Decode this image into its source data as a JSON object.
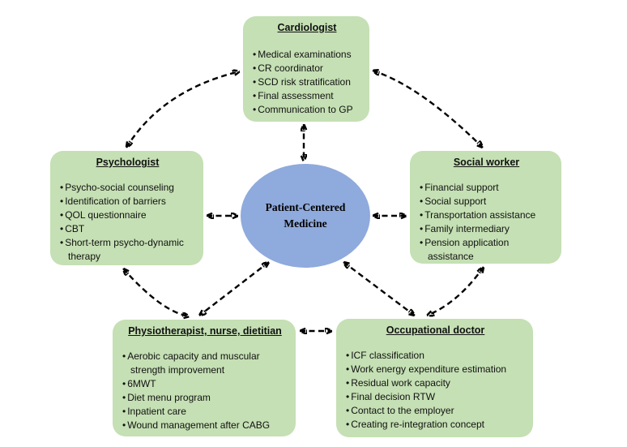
{
  "diagram": {
    "center": {
      "line1": "Patient-Centered",
      "line2": "Medicine"
    },
    "nodes": [
      {
        "id": "cardiologist",
        "title": "Cardiologist",
        "items": [
          "Medical examinations",
          "CR coordinator",
          "SCD risk stratification",
          "Final assessment",
          "Communication to GP"
        ]
      },
      {
        "id": "psychologist",
        "title": "Psychologist",
        "items": [
          "Psycho-social counseling",
          "Identification of barriers",
          "QOL questionnaire",
          "CBT",
          "Short-term psycho-dynamic therapy"
        ]
      },
      {
        "id": "social-worker",
        "title": "Social worker",
        "items": [
          "Financial support",
          "Social support",
          "Transportation assistance",
          "Family intermediary",
          "Pension application assistance"
        ]
      },
      {
        "id": "physiotherapist-nurse-dietitian",
        "title": "Physiotherapist, nurse, dietitian",
        "items": [
          "Aerobic capacity and muscular strength improvement",
          "6MWT",
          "Diet menu program",
          "Inpatient care",
          "Wound management after CABG"
        ]
      },
      {
        "id": "occupational-doctor",
        "title": "Occupational doctor",
        "items": [
          "ICF classification",
          "Work energy expenditure estimation",
          "Residual work capacity",
          "Final decision RTW",
          "Contact to the employer",
          "Creating re-integration concept"
        ]
      }
    ],
    "edges": [
      {
        "from": "cardiologist",
        "to": "center",
        "style": "dashed-double-arrow"
      },
      {
        "from": "psychologist",
        "to": "center",
        "style": "dashed-double-arrow"
      },
      {
        "from": "social-worker",
        "to": "center",
        "style": "dashed-double-arrow"
      },
      {
        "from": "physiotherapist-nurse-dietitian",
        "to": "center",
        "style": "dashed-double-arrow"
      },
      {
        "from": "occupational-doctor",
        "to": "center",
        "style": "dashed-double-arrow"
      },
      {
        "from": "psychologist",
        "to": "cardiologist",
        "style": "dashed-double-arrow-curved"
      },
      {
        "from": "cardiologist",
        "to": "social-worker",
        "style": "dashed-double-arrow-curved"
      },
      {
        "from": "psychologist",
        "to": "physiotherapist-nurse-dietitian",
        "style": "dashed-double-arrow-curved"
      },
      {
        "from": "social-worker",
        "to": "occupational-doctor",
        "style": "dashed-double-arrow-curved"
      },
      {
        "from": "physiotherapist-nurse-dietitian",
        "to": "occupational-doctor",
        "style": "dashed-double-arrow"
      }
    ],
    "colors": {
      "node_fill": "#c5e0b4",
      "center_fill": "#8faadc",
      "arrow": "#000000"
    }
  }
}
